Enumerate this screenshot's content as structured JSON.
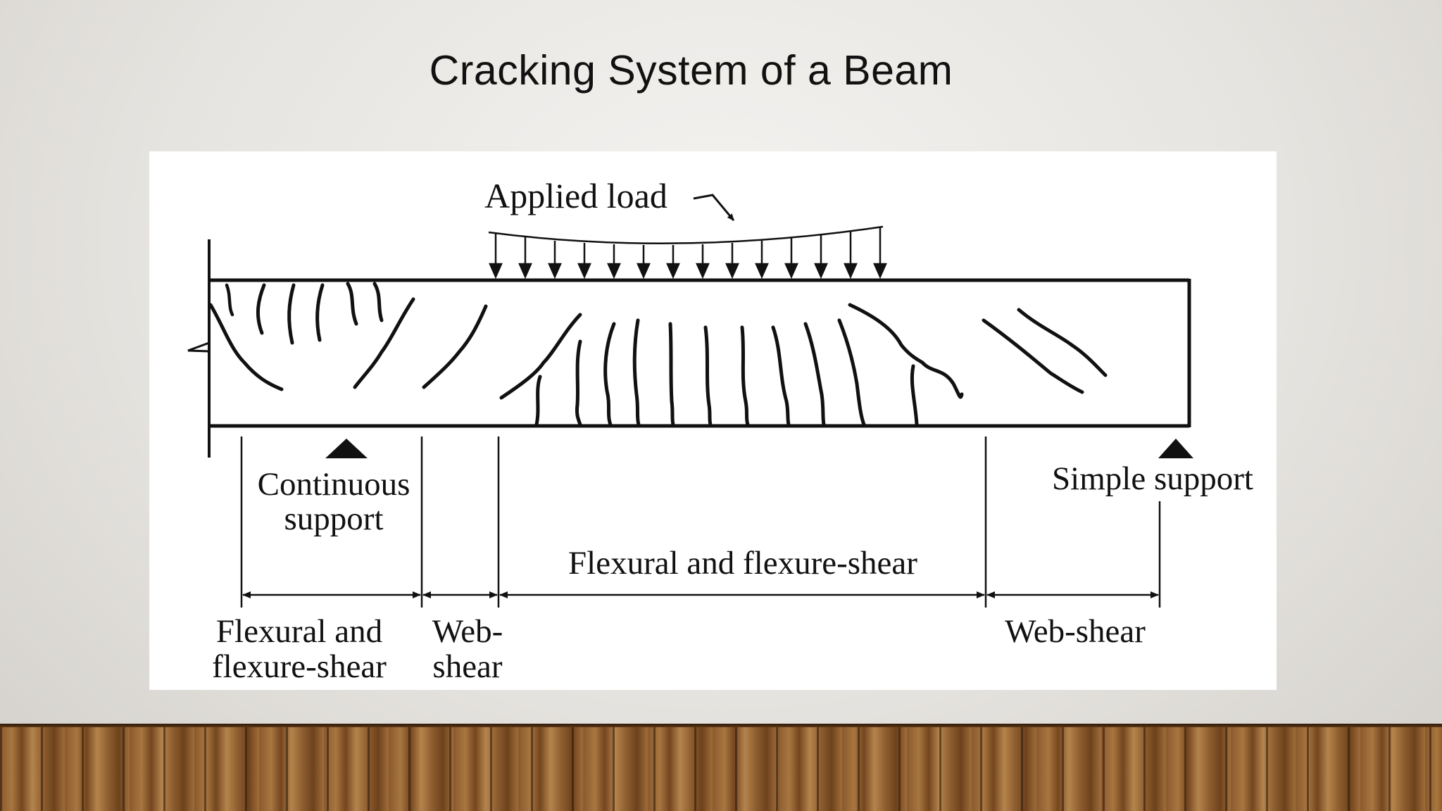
{
  "slide": {
    "title": "Cracking System of a Beam"
  },
  "diagram": {
    "applied_load_label": "Applied load",
    "continuous_support_label": [
      "Continuous",
      "support"
    ],
    "simple_support_label": "Simple support",
    "zone_labels": {
      "left_flexural": [
        "Flexural and",
        "flexure-shear"
      ],
      "left_web_shear": [
        "Web-",
        "shear"
      ],
      "middle_flexural": "Flexural and flexure-shear",
      "right_web_shear": "Web-shear"
    }
  }
}
